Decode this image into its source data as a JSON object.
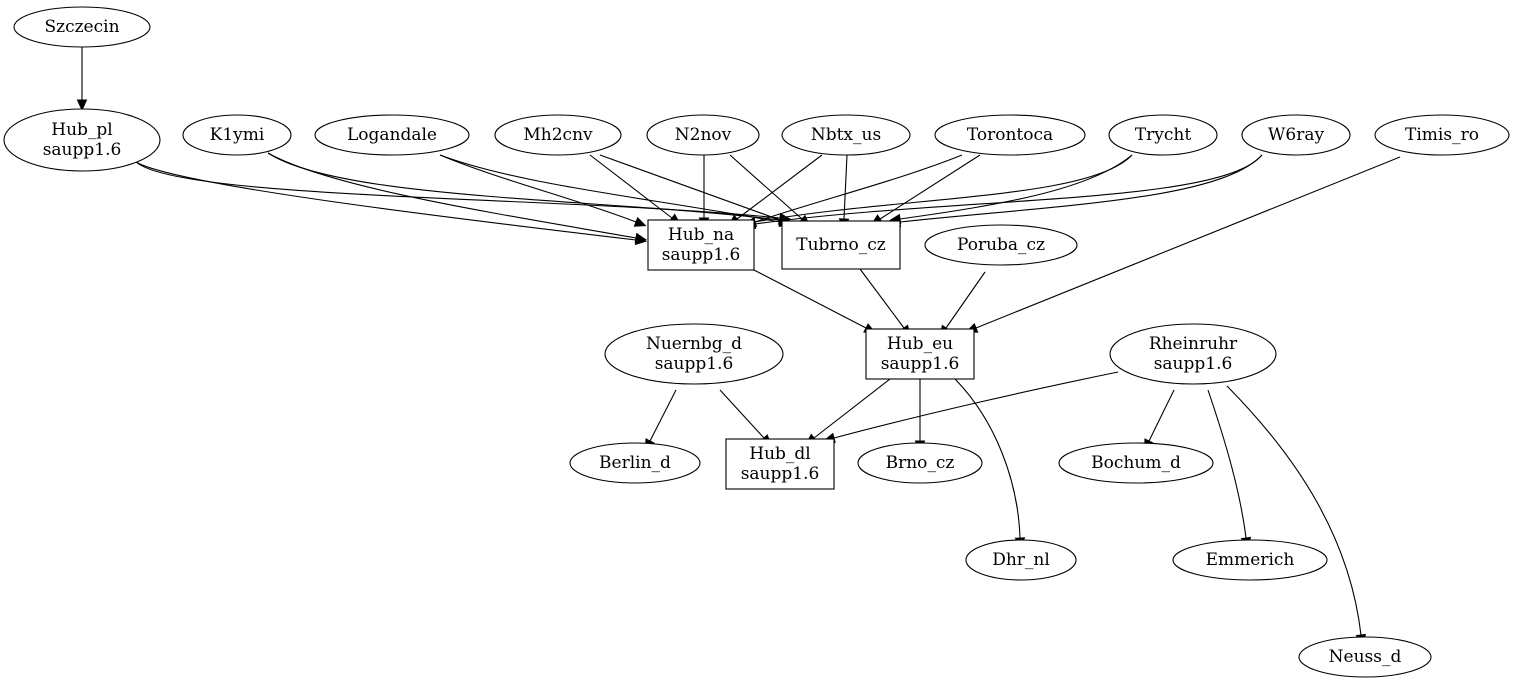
{
  "nodes": [
    {
      "id": "szczecin",
      "lines": [
        "Szczecin"
      ],
      "shape": "ellipse"
    },
    {
      "id": "hub_pl",
      "lines": [
        "Hub_pl",
        "saupp1.6"
      ],
      "shape": "ellipse"
    },
    {
      "id": "k1ymi",
      "lines": [
        "K1ymi"
      ],
      "shape": "ellipse"
    },
    {
      "id": "logandale",
      "lines": [
        "Logandale"
      ],
      "shape": "ellipse"
    },
    {
      "id": "mh2cnv",
      "lines": [
        "Mh2cnv"
      ],
      "shape": "ellipse"
    },
    {
      "id": "n2nov",
      "lines": [
        "N2nov"
      ],
      "shape": "ellipse"
    },
    {
      "id": "nbtx_us",
      "lines": [
        "Nbtx_us"
      ],
      "shape": "ellipse"
    },
    {
      "id": "torontoca",
      "lines": [
        "Torontoca"
      ],
      "shape": "ellipse"
    },
    {
      "id": "trycht",
      "lines": [
        "Trycht"
      ],
      "shape": "ellipse"
    },
    {
      "id": "w6ray",
      "lines": [
        "W6ray"
      ],
      "shape": "ellipse"
    },
    {
      "id": "timis_ro",
      "lines": [
        "Timis_ro"
      ],
      "shape": "ellipse"
    },
    {
      "id": "hub_na",
      "lines": [
        "Hub_na",
        "saupp1.6"
      ],
      "shape": "box"
    },
    {
      "id": "tubrno_cz",
      "lines": [
        "Tubrno_cz"
      ],
      "shape": "box"
    },
    {
      "id": "poruba_cz",
      "lines": [
        "Poruba_cz"
      ],
      "shape": "ellipse"
    },
    {
      "id": "hub_eu",
      "lines": [
        "Hub_eu",
        "saupp1.6"
      ],
      "shape": "box"
    },
    {
      "id": "nuernbg_d",
      "lines": [
        "Nuernbg_d",
        "saupp1.6"
      ],
      "shape": "ellipse"
    },
    {
      "id": "rheinruhr",
      "lines": [
        "Rheinruhr",
        "saupp1.6"
      ],
      "shape": "ellipse"
    },
    {
      "id": "berlin_d",
      "lines": [
        "Berlin_d"
      ],
      "shape": "ellipse"
    },
    {
      "id": "hub_dl",
      "lines": [
        "Hub_dl",
        "saupp1.6"
      ],
      "shape": "box"
    },
    {
      "id": "brno_cz",
      "lines": [
        "Brno_cz"
      ],
      "shape": "ellipse"
    },
    {
      "id": "bochum_d",
      "lines": [
        "Bochum_d"
      ],
      "shape": "ellipse"
    },
    {
      "id": "dhr_nl",
      "lines": [
        "Dhr_nl"
      ],
      "shape": "ellipse"
    },
    {
      "id": "emmerich",
      "lines": [
        "Emmerich"
      ],
      "shape": "ellipse"
    },
    {
      "id": "neuss_d",
      "lines": [
        "Neuss_d"
      ],
      "shape": "ellipse"
    }
  ],
  "edges": [
    {
      "from": "szczecin",
      "to": "hub_pl"
    },
    {
      "from": "hub_pl",
      "to": "hub_na"
    },
    {
      "from": "hub_pl",
      "to": "tubrno_cz"
    },
    {
      "from": "k1ymi",
      "to": "hub_na"
    },
    {
      "from": "k1ymi",
      "to": "tubrno_cz"
    },
    {
      "from": "logandale",
      "to": "hub_na"
    },
    {
      "from": "logandale",
      "to": "tubrno_cz"
    },
    {
      "from": "mh2cnv",
      "to": "hub_na"
    },
    {
      "from": "mh2cnv",
      "to": "tubrno_cz"
    },
    {
      "from": "n2nov",
      "to": "hub_na"
    },
    {
      "from": "n2nov",
      "to": "tubrno_cz"
    },
    {
      "from": "nbtx_us",
      "to": "hub_na"
    },
    {
      "from": "nbtx_us",
      "to": "tubrno_cz"
    },
    {
      "from": "torontoca",
      "to": "hub_na"
    },
    {
      "from": "torontoca",
      "to": "tubrno_cz"
    },
    {
      "from": "trycht",
      "to": "hub_na"
    },
    {
      "from": "trycht",
      "to": "tubrno_cz"
    },
    {
      "from": "w6ray",
      "to": "hub_na"
    },
    {
      "from": "w6ray",
      "to": "tubrno_cz"
    },
    {
      "from": "timis_ro",
      "to": "hub_eu"
    },
    {
      "from": "hub_na",
      "to": "hub_eu"
    },
    {
      "from": "tubrno_cz",
      "to": "hub_eu"
    },
    {
      "from": "poruba_cz",
      "to": "hub_eu"
    },
    {
      "from": "hub_eu",
      "to": "hub_dl"
    },
    {
      "from": "hub_eu",
      "to": "brno_cz"
    },
    {
      "from": "hub_eu",
      "to": "dhr_nl"
    },
    {
      "from": "nuernbg_d",
      "to": "berlin_d"
    },
    {
      "from": "nuernbg_d",
      "to": "hub_dl"
    },
    {
      "from": "rheinruhr",
      "to": "hub_dl"
    },
    {
      "from": "rheinruhr",
      "to": "bochum_d"
    },
    {
      "from": "rheinruhr",
      "to": "emmerich"
    },
    {
      "from": "rheinruhr",
      "to": "neuss_d"
    }
  ]
}
